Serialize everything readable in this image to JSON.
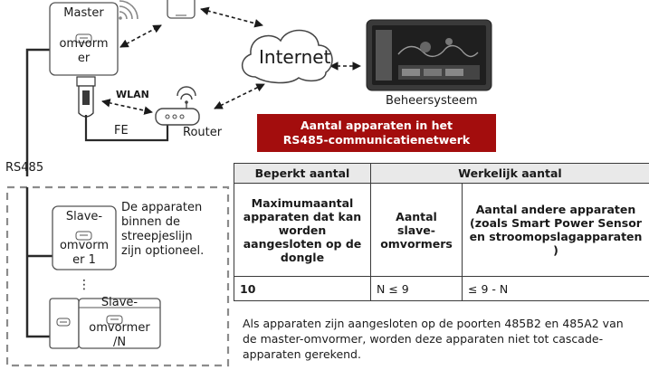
{
  "diagram": {
    "master_label": "Master omvormer",
    "master_label_lines": [
      "Master",
      "omvorm",
      "er"
    ],
    "internet_label": "Internet",
    "wlan_label": "WLAN",
    "fe_label": "FE",
    "router_label": "Router",
    "management_label": "Beheersysteem",
    "rs485_label": "RS485",
    "slave1_lines": [
      "Slave-",
      "omvorm",
      "er 1"
    ],
    "slaveN_lines": [
      "Slave-",
      "omvormer",
      "/N"
    ],
    "optional_note_lines": [
      "De apparaten",
      "binnen de",
      "streepjeslijn",
      "zijn optioneel."
    ],
    "ellipsis": "⋮"
  },
  "table": {
    "title_lines": [
      "Aantal apparaten in het",
      "RS485-communicatienetwerk"
    ],
    "header_limited": "Beperkt aantal",
    "header_actual": "Werkelijk aantal",
    "sub_max": "Maximumaantal apparaten dat kan worden aangesloten op de dongle",
    "sub_slaves": "Aantal slave-omvormers",
    "sub_other": "Aantal andere apparaten (zoals Smart Power Sensor en stroomopslagapparaten )",
    "row_max": "10",
    "row_slaves": "N ≤ 9",
    "row_other": "≤ 9 - N"
  },
  "footnote": "Als apparaten zijn aangesloten op de poorten 485B2 en 485A2 van de master-omvormer, worden deze apparaten niet tot cascade-apparaten gerekend.",
  "colors": {
    "title_bg": "#a30d0d",
    "line": "#2a2a2a",
    "dashed_box": "#8c8c8c"
  },
  "icons": [
    "wireless-signal-icon",
    "smartphone-icon",
    "cloud-icon",
    "dashboard-screen-icon",
    "dongle-icon",
    "router-icon",
    "inverter-icon"
  ]
}
